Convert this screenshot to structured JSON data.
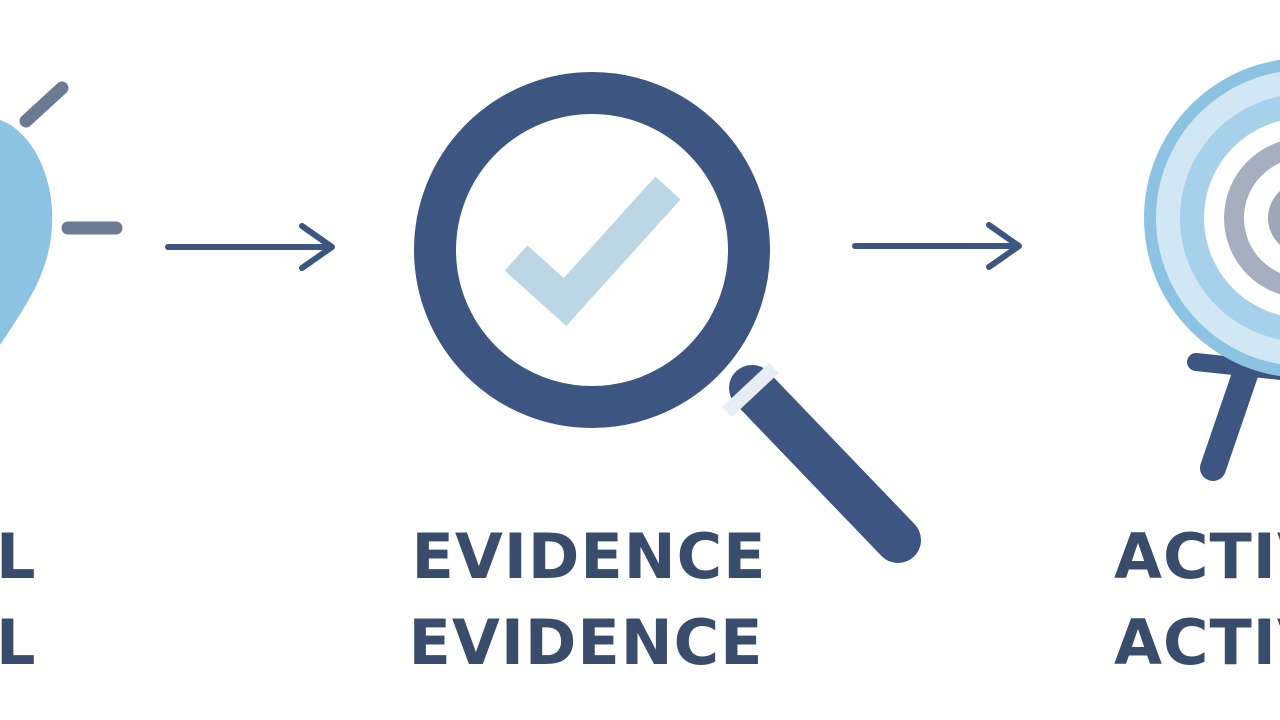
{
  "stages": [
    {
      "icon": "lightbulb-icon",
      "line1": "L",
      "line2": "L"
    },
    {
      "icon": "magnifier-check-icon",
      "line1": "EVIDENCE",
      "line2": "EVIDENCE"
    },
    {
      "icon": "target-icon",
      "line1": "ACTIV",
      "line2": "ACTIV"
    }
  ],
  "colors": {
    "navy": "#3d5681",
    "gray": "#6b7a93",
    "light_blue": "#8cc3e3",
    "pale_blue": "#bcd6e6",
    "text": "#3a4c6b"
  }
}
